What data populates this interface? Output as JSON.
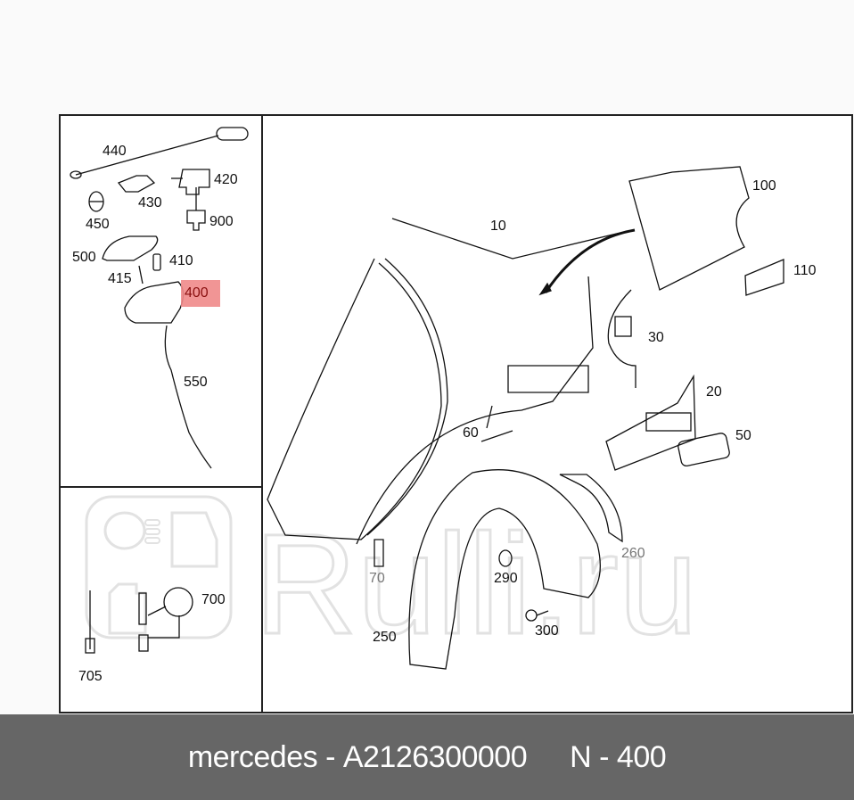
{
  "diagram": {
    "type": "exploded parts diagram",
    "subject": "rear quarter panel / fuel filler flap assembly",
    "highlighted_part": "400",
    "highlight_color": "#f08a8a",
    "inset_top_labels": [
      {
        "id": "440",
        "text": "440"
      },
      {
        "id": "420",
        "text": "420"
      },
      {
        "id": "430",
        "text": "430"
      },
      {
        "id": "450",
        "text": "450"
      },
      {
        "id": "900",
        "text": "900"
      },
      {
        "id": "500",
        "text": "500"
      },
      {
        "id": "410",
        "text": "410"
      },
      {
        "id": "415",
        "text": "415"
      },
      {
        "id": "400",
        "text": "400"
      },
      {
        "id": "550",
        "text": "550"
      }
    ],
    "inset_bottom_labels": [
      {
        "id": "700",
        "text": "700"
      },
      {
        "id": "705",
        "text": "705"
      }
    ],
    "main_labels": [
      {
        "id": "10",
        "text": "10"
      },
      {
        "id": "100",
        "text": "100"
      },
      {
        "id": "110",
        "text": "110"
      },
      {
        "id": "30",
        "text": "30"
      },
      {
        "id": "20",
        "text": "20"
      },
      {
        "id": "50",
        "text": "50"
      },
      {
        "id": "60",
        "text": "60"
      },
      {
        "id": "70",
        "text": "70"
      },
      {
        "id": "250",
        "text": "250"
      },
      {
        "id": "260",
        "text": "260"
      },
      {
        "id": "290",
        "text": "290"
      },
      {
        "id": "300",
        "text": "300"
      }
    ]
  },
  "watermark": {
    "text": "Rulli.ru"
  },
  "footer": {
    "brand": "mercedes",
    "separator": "-",
    "part_number": "A2126300000",
    "n_label": "N",
    "n_value": "400"
  }
}
